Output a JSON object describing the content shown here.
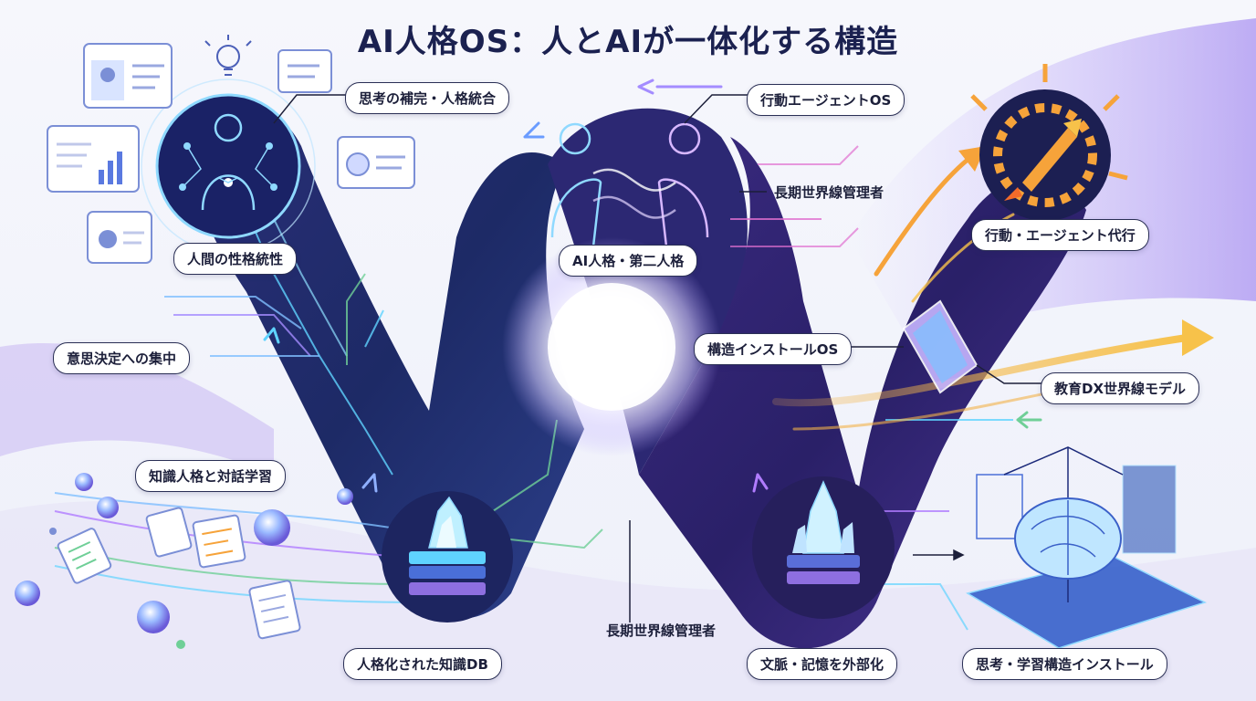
{
  "title": "AI人格OS：人とAIが一体化する構造",
  "labels": {
    "thought_complement": "思考の補完・人格統合",
    "human_personality": "人間の性格統性",
    "decision_focus": "意思決定への集中",
    "knowledge_dialogue": "知識人格と対話学習",
    "personified_db": "人格化された知識DB",
    "ai_persona": "AI人格・第二人格",
    "long_term_world_bottom": "長期世界線管理者",
    "action_agent_os": "行動エージェントOS",
    "long_term_world_top": "長期世界線管理者",
    "action_agent_proxy": "行動・エージェント代行",
    "structure_install_os": "構造インストールOS",
    "education_dx": "教育DX世界線モデル",
    "context_memory": "文脈・記憶を外部化",
    "thinking_install": "思考・学習構造インストール"
  },
  "colors": {
    "band_dark": "#1f2566",
    "band_purple": "#4a3590",
    "glow": "#ffffff",
    "accent_cyan": "#5fd3ff",
    "accent_purple": "#b07cff",
    "accent_orange": "#f6a33a",
    "accent_green": "#6fcf97",
    "label_border": "#2a2f55"
  },
  "icons": [
    "human-network-icon",
    "ai-twin-figures-icon",
    "rocket-gear-icon",
    "crystal-database-icon",
    "crystal-chip-icon",
    "brain-structure-icon",
    "prism-icon",
    "lightbulb-icon",
    "profile-card-icon",
    "bar-chart-icon",
    "document-icon"
  ]
}
